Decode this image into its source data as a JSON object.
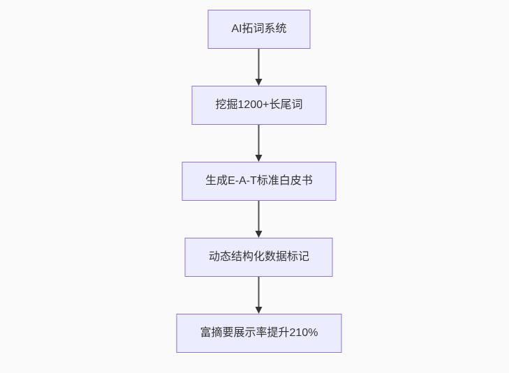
{
  "page": {
    "background_color": "#fafafa"
  },
  "chart_data": {
    "type": "flowchart",
    "direction": "top-down",
    "node_fill_color": "#ececff",
    "node_border_color": "#9370db",
    "edge_color": "#333333",
    "text_color": "#333333",
    "nodes": [
      {
        "label": "AI拓词系统"
      },
      {
        "label": "挖掘1200+长尾词"
      },
      {
        "label": "生成E-A-T标准白皮书"
      },
      {
        "label": "动态结构化数据标记"
      },
      {
        "label": "富摘要展示率提升210%"
      }
    ],
    "edges": [
      {
        "from": 0,
        "to": 1
      },
      {
        "from": 1,
        "to": 2
      },
      {
        "from": 2,
        "to": 3
      },
      {
        "from": 3,
        "to": 4
      }
    ]
  }
}
